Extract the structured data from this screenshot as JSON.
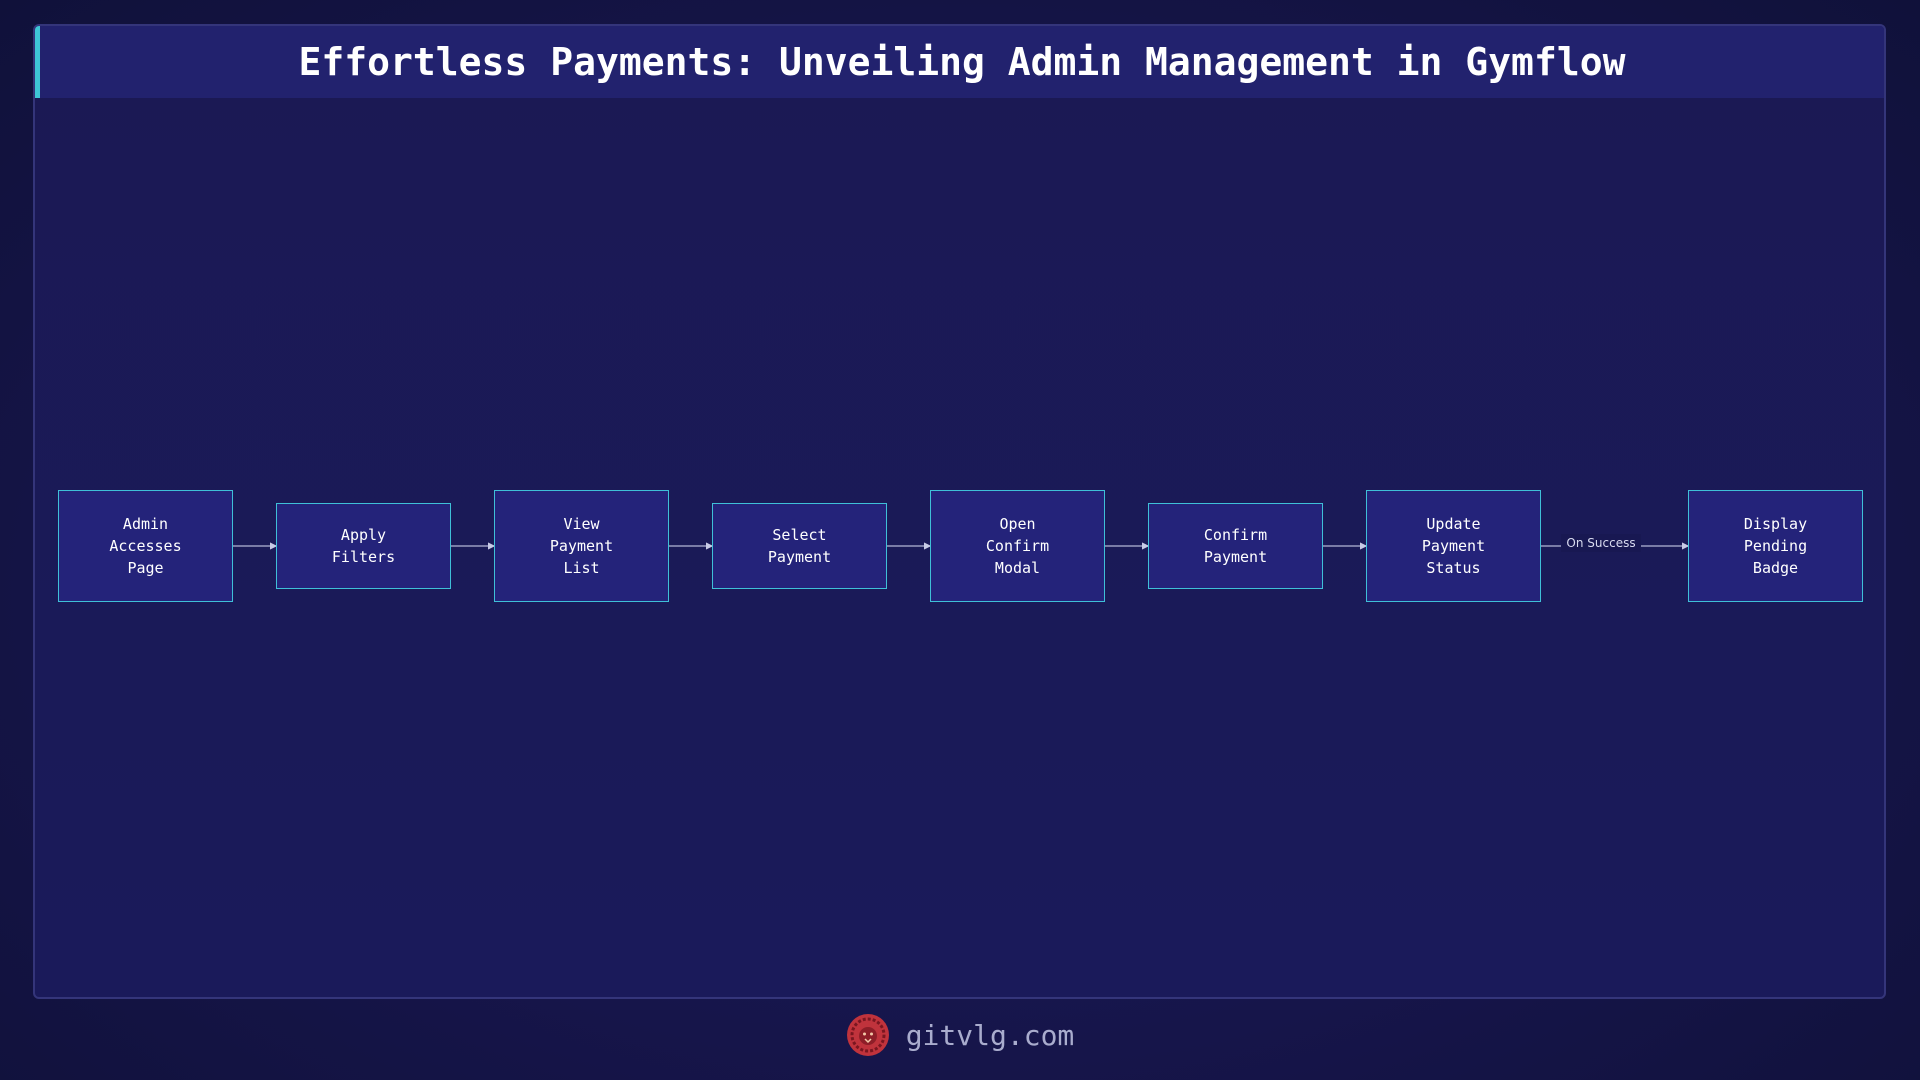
{
  "header": {
    "title": "Effortless Payments: Unveiling Admin Management in Gymflow"
  },
  "diagram": {
    "nodes": [
      {
        "id": "n1",
        "label": "Admin\nAccesses\nPage"
      },
      {
        "id": "n2",
        "label": "Apply\nFilters"
      },
      {
        "id": "n3",
        "label": "View\nPayment\nList"
      },
      {
        "id": "n4",
        "label": "Select\nPayment"
      },
      {
        "id": "n5",
        "label": "Open\nConfirm\nModal"
      },
      {
        "id": "n6",
        "label": "Confirm\nPayment"
      },
      {
        "id": "n7",
        "label": "Update\nPayment\nStatus"
      },
      {
        "id": "n8",
        "label": "Display\nPending\nBadge"
      }
    ],
    "edges": [
      {
        "from": "n1",
        "to": "n2",
        "label": ""
      },
      {
        "from": "n2",
        "to": "n3",
        "label": ""
      },
      {
        "from": "n3",
        "to": "n4",
        "label": ""
      },
      {
        "from": "n4",
        "to": "n5",
        "label": ""
      },
      {
        "from": "n5",
        "to": "n6",
        "label": ""
      },
      {
        "from": "n6",
        "to": "n7",
        "label": ""
      },
      {
        "from": "n7",
        "to": "n8",
        "label": "On Success"
      }
    ]
  },
  "footer": {
    "site": "gitvlg.com"
  },
  "colors": {
    "background": "#16154a",
    "header": "#22226e",
    "accent": "#3ec6d6",
    "node_fill": "#24237a",
    "node_border": "#3fc0d8",
    "logo": "#c0333c"
  },
  "icons": {
    "logo": "lion-head-icon"
  }
}
